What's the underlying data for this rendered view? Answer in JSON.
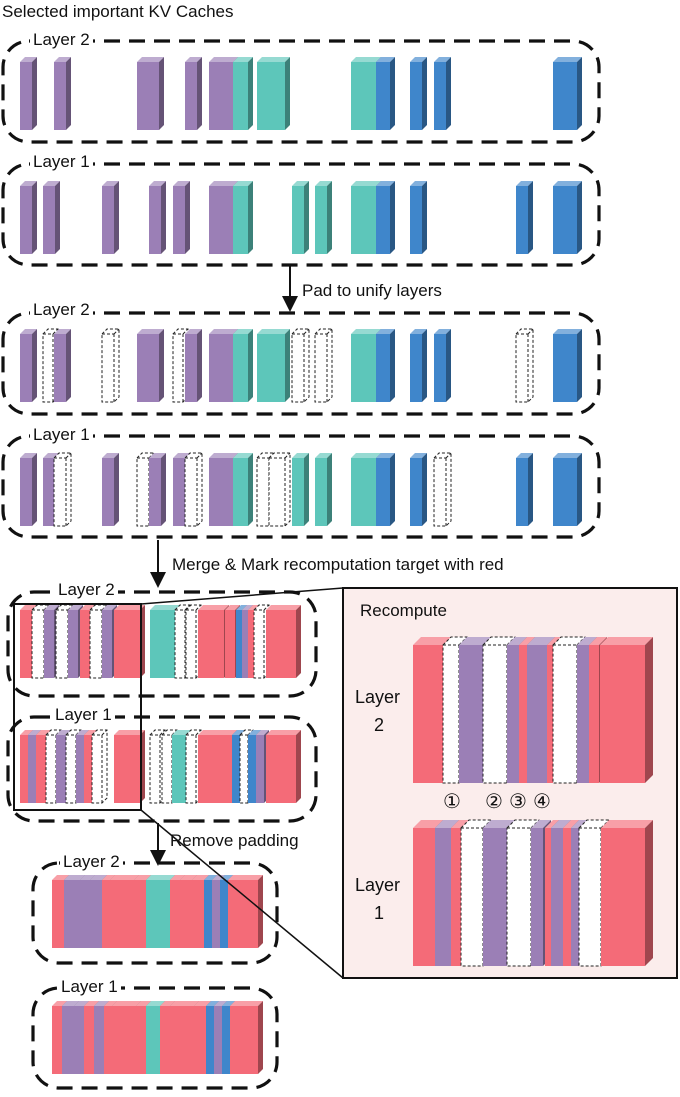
{
  "title": "Selected important KV Caches",
  "layer1_label": "Layer 1",
  "layer2_label": "Layer 2",
  "step_pad": "Pad to unify layers",
  "step_merge": "Merge & Mark recomputation target with red",
  "step_remove": "Remove padding",
  "inset": {
    "title": "Recompute",
    "layer_word": "Layer",
    "layer2_number": "2",
    "layer1_number": "1",
    "markers": [
      "①",
      "②",
      "③",
      "④"
    ]
  },
  "colors": {
    "purple": "#9B7FB6",
    "teal": "#5DC6BA",
    "blue": "#3F86CB",
    "red": "#F46B78",
    "inset_bg": "#FBEDEC"
  }
}
